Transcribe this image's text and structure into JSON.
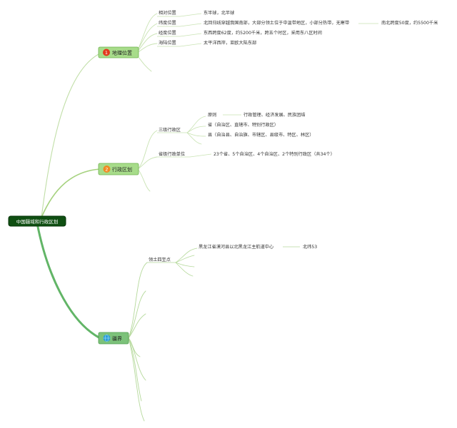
{
  "root": {
    "label": "中国疆域和行政区划"
  },
  "colors": {
    "root_bg": "#0f4f12",
    "branch_fill": "#a7dc8a",
    "branch_stroke": "#6fb24e",
    "branch3_fill": "#7cc27a",
    "line": "#b5d99b",
    "line_dark": "#5fb35a",
    "badge_red": "#e2371d",
    "badge_orange": "#f08a22",
    "badge_blue": "#2a9fd8"
  },
  "branches": [
    {
      "label": "地理位置",
      "badge": "1",
      "icon": "number-one-icon",
      "children": [
        {
          "label": "相对位置",
          "detail": "东半球，北半球"
        },
        {
          "label": "纬度位置",
          "detail": "北回归线穿越我国南部，大部分领土位于中温带地区，小部分热带，无寒带",
          "extra": "南北跨度50度，约5500千米"
        },
        {
          "label": "经度位置",
          "detail": "东西跨度62度，约5200千米，跨五个时区，采用东八区时间"
        },
        {
          "label": "海陆位置",
          "detail": "太平洋西岸，亚欧大陆东部"
        }
      ]
    },
    {
      "label": "行政区划",
      "badge": "2",
      "icon": "number-two-icon",
      "children": [
        {
          "label": "三级行政区",
          "items": [
            {
              "label": "原则",
              "detail": "行政管理、经济发展、民族团结"
            },
            {
              "label": "省（自治区、直辖市、特别行政区）"
            },
            {
              "label": "县（自治县、自治旗、市辖区、县级市、特区、林区）"
            }
          ]
        },
        {
          "label": "省级行政单位",
          "detail": "23个省、5个自治区、4个自治区、2个特别行政区（共34个）"
        }
      ]
    },
    {
      "label": "疆界",
      "icon": "globe-icon",
      "children": [
        {
          "label": "领土四至点",
          "items": [
            {
              "label": "黑龙江省漠河县以北黑龙江主航道中心",
              "detail": "北纬53"
            }
          ]
        }
      ]
    }
  ]
}
